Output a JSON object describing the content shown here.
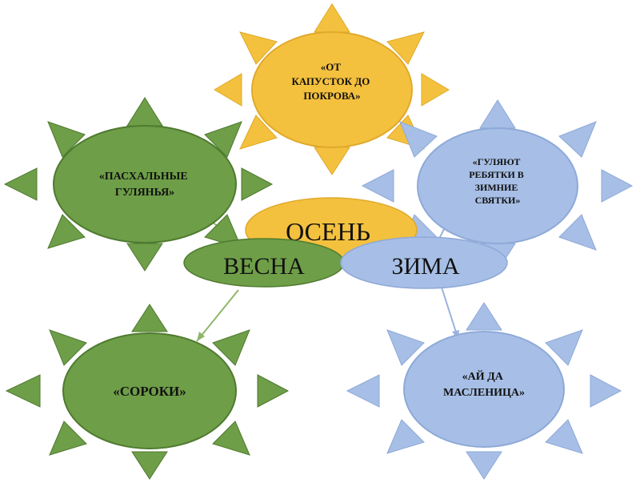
{
  "suns": [
    {
      "id": "autumn-sun",
      "lines": [
        "«ОТ",
        "КАПУСТОК ДО",
        "ПОКРОВА»"
      ],
      "fill": "#F4C13E",
      "stroke": "#E0A92A"
    },
    {
      "id": "spring-sun-top",
      "lines": [
        "«ПАСХАЛЬНЫЕ",
        "ГУЛЯНЬЯ»"
      ],
      "fill": "#6E9E48",
      "stroke": "#4F7A2F"
    },
    {
      "id": "winter-sun-top",
      "lines": [
        "«ГУЛЯЮТ",
        "РЕБЯТКИ В",
        "ЗИМНИЕ",
        "СВЯТКИ»"
      ],
      "fill": "#A7BFE6",
      "stroke": "#8EA9D8"
    },
    {
      "id": "spring-sun-bottom",
      "lines": [
        "«СОРОКИ»"
      ],
      "fill": "#6E9E48",
      "stroke": "#4F7A2F"
    },
    {
      "id": "winter-sun-bottom",
      "lines": [
        "«АЙ ДА",
        "МАСЛЕНИЦА»"
      ],
      "fill": "#A7BFE6",
      "stroke": "#8EA9D8"
    }
  ],
  "seasons": [
    {
      "id": "season-autumn",
      "label": "ОСЕНЬ",
      "fill": "#F4C13E"
    },
    {
      "id": "season-spring",
      "label": "ВЕСНА",
      "fill": "#6E9E48"
    },
    {
      "id": "season-winter",
      "label": "ЗИМА",
      "fill": "#A7BFE6"
    }
  ]
}
